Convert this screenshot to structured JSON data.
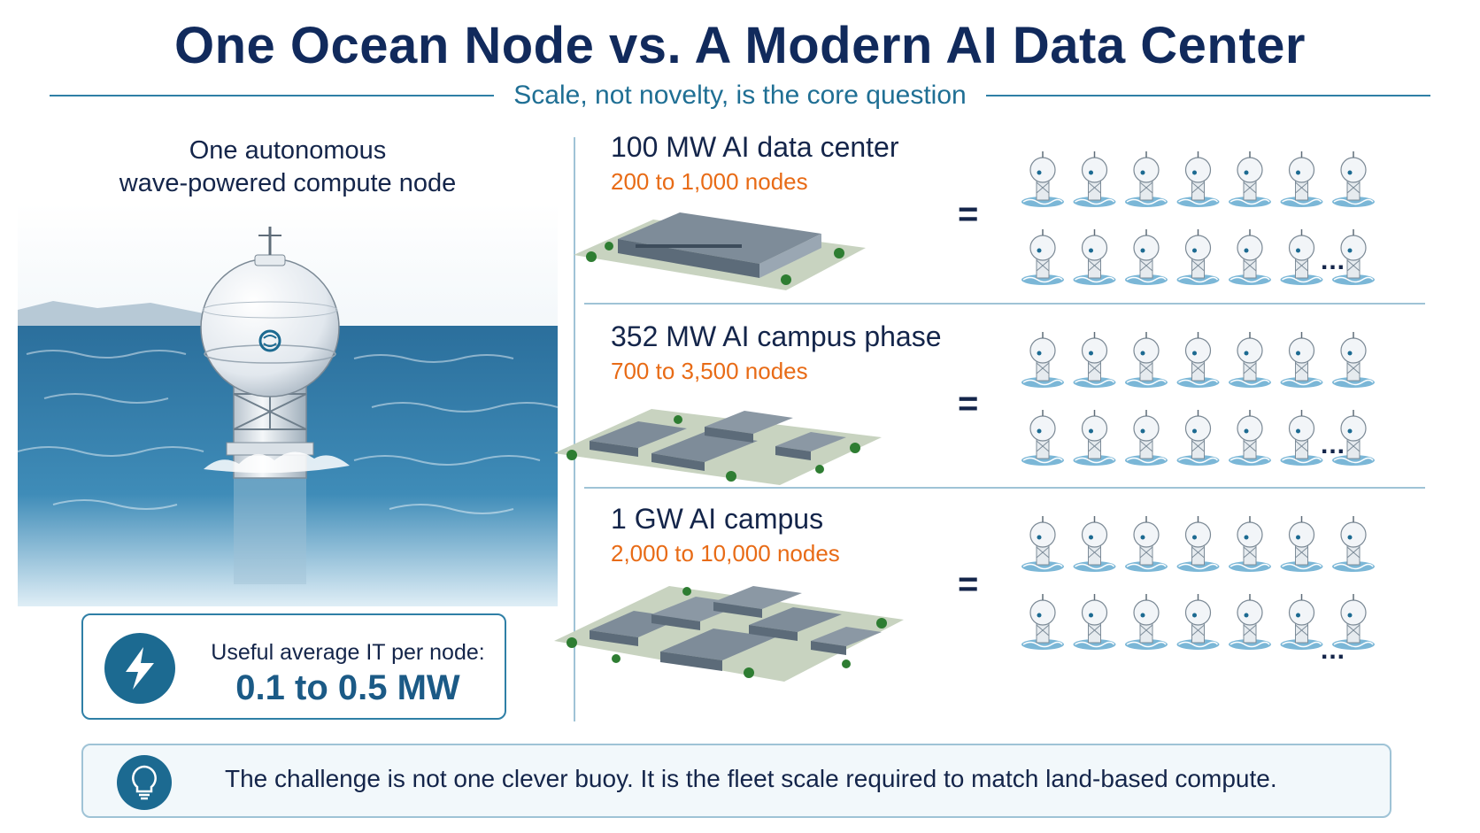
{
  "title": "One Ocean Node vs. A Modern AI Data Center",
  "subtitle": "Scale, not novelty, is the core question",
  "node": {
    "heading_line1": "One autonomous",
    "heading_line2": "wave-powered compute node",
    "it_label": "Useful average IT per node:",
    "it_value": "0.1 to 0.5 MW",
    "icon": "lightning-bolt-icon"
  },
  "rows": [
    {
      "title": "100 MW AI data center",
      "range": "200 to 1,000 nodes",
      "equals": "=",
      "ellipsis": "..."
    },
    {
      "title": "352 MW AI campus phase",
      "range": "700 to 3,500 nodes",
      "equals": "=",
      "ellipsis": "..."
    },
    {
      "title": "1 GW AI campus",
      "range": "2,000 to 10,000 nodes",
      "equals": "=",
      "ellipsis": "..."
    }
  ],
  "footer": {
    "text": "The challenge is not one clever buoy. It is the fleet scale required to match land-based compute.",
    "icon": "lightbulb-icon"
  },
  "colors": {
    "title": "#112a5c",
    "accent_blue": "#1f6f94",
    "range_orange": "#e86b16",
    "divider": "#9fc3d6"
  }
}
